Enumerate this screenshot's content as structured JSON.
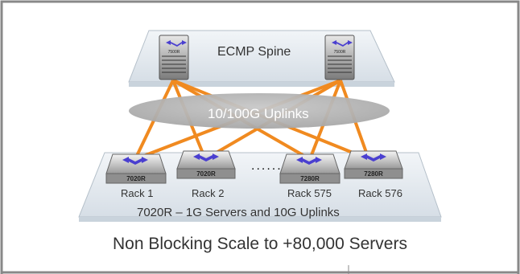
{
  "spine": {
    "label": "ECMP Spine",
    "switch_model": "7500R"
  },
  "uplinks": {
    "label": "10/100G Uplinks"
  },
  "leaves": [
    {
      "model": "7020R",
      "rack": "Rack 1"
    },
    {
      "model": "7020R",
      "rack": "Rack 2"
    },
    {
      "model": "7280R",
      "rack": "Rack 575"
    },
    {
      "model": "7280R",
      "rack": "Rack 576"
    }
  ],
  "ellipsis": "......",
  "leaf_description": "7020R – 1G Servers and 10G Uplinks",
  "caption": "Non Blocking Scale to +80,000 Servers",
  "colors": {
    "frame_border": "#888888",
    "plane": "#dfe7ee",
    "uplink": "#f08a20",
    "switch_icon": "#4a3fd0",
    "ellipse": "#b8b8b8"
  }
}
